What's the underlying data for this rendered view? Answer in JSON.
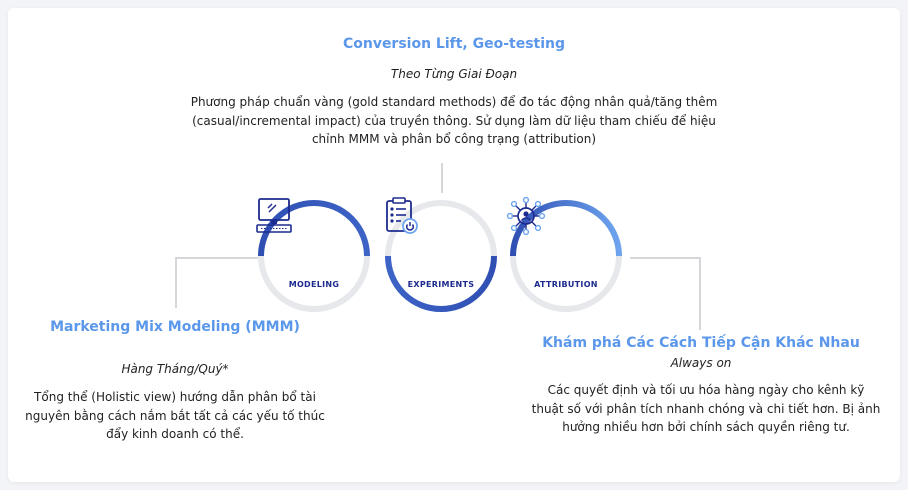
{
  "top": {
    "title": "Conversion Lift, Geo-testing",
    "subtitle": "Theo Từng Giai Đoạn",
    "body": "Phương pháp chuẩn vàng (gold standard methods) để đo tác động nhân quả/tăng thêm (casual/incremental impact) của truyền thông. Sử dụng làm dữ liệu tham chiếu để hiệu chỉnh MMM và phân bổ công trạng (attribution)"
  },
  "left": {
    "title": "Marketing Mix Modeling (MMM)",
    "subtitle": "Hàng Tháng/Quý*",
    "body": "Tổng thể (Holistic view) hướng dẫn phân bổ tài nguyên bằng cách nắm bắt tất cả các yếu tố thúc đẩy kinh doanh có thể."
  },
  "right": {
    "title": "Khám phá Các Cách Tiếp Cận Khác Nhau",
    "subtitle": "Always on",
    "body": "Các quyết định và tối ưu hóa hàng ngày cho kênh kỹ thuật số với phân tích nhanh chóng và chi tiết hơn. Bị ảnh hưởng nhiều hơn bởi chính sách quyền riêng tư."
  },
  "nodes": [
    {
      "label": "MODELING",
      "icon": "computer-icon"
    },
    {
      "label": "EXPERIMENTS",
      "icon": "clipboard-checklist-icon"
    },
    {
      "label": "ATTRIBUTION",
      "icon": "network-user-icon"
    }
  ],
  "colors": {
    "accent_blue": "#5b97ea",
    "dark_blue": "#1d2b8f",
    "ring_dark": "#2f4fb3",
    "ring_light": "#6ea4ee",
    "ring_bg": "#e6e8ec"
  }
}
